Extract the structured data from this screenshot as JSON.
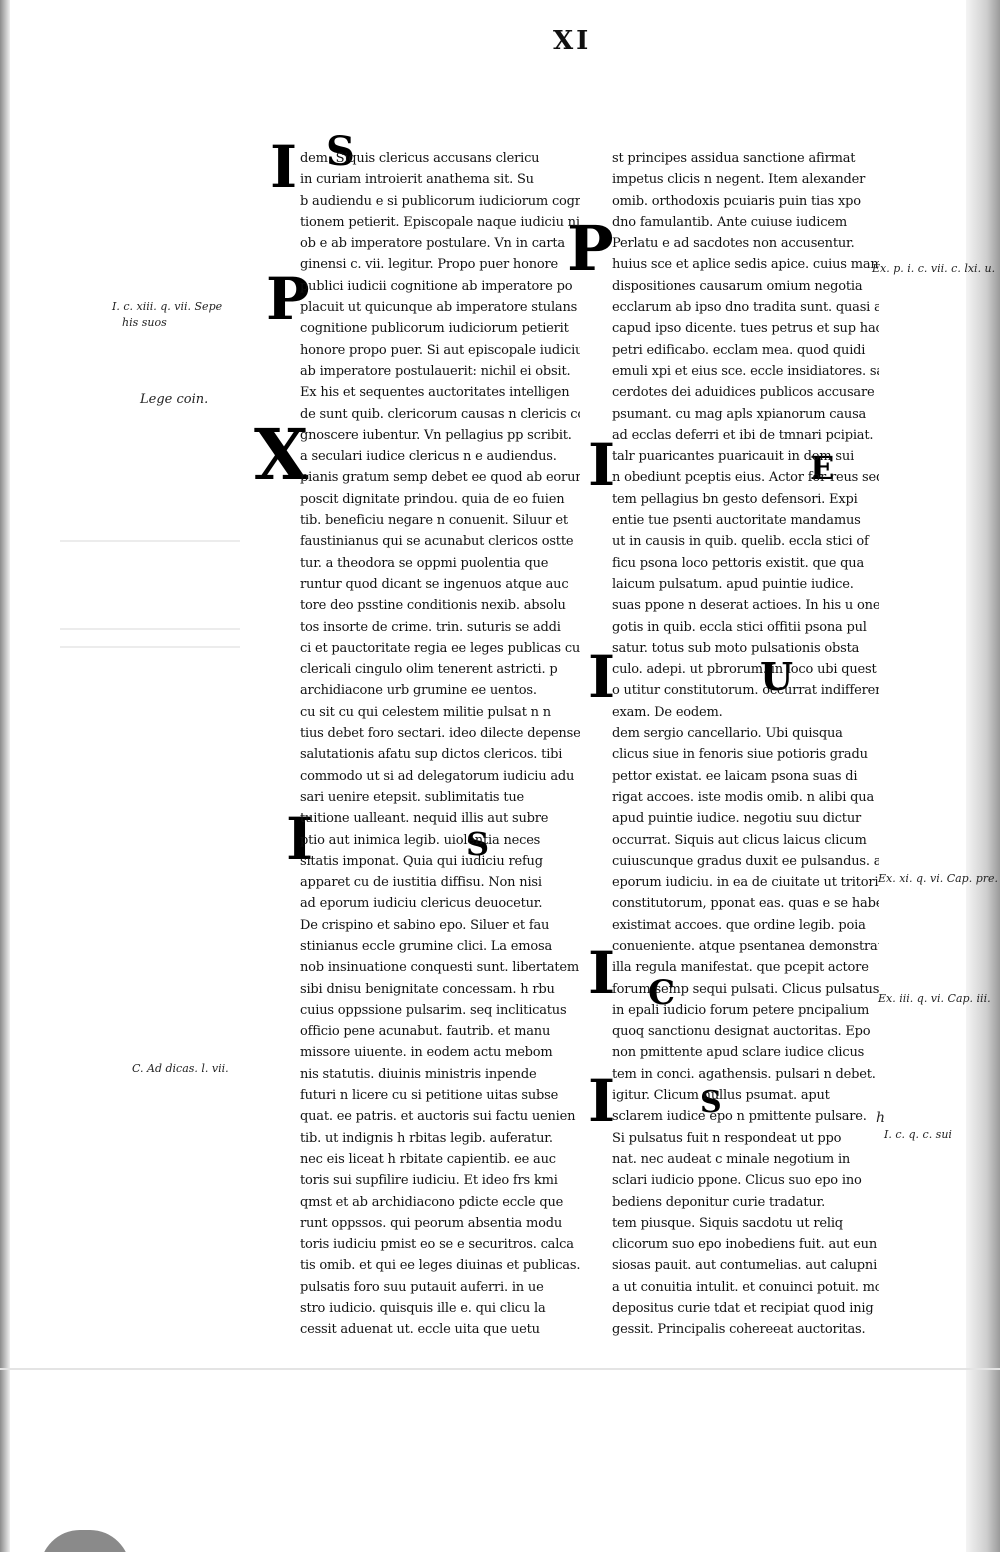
{
  "folio": "XI",
  "left_column": [
    "dem. Siquis clericus accusans clericu",
    "in curiam introierit anathema sit. Su",
    "b audiendu e si publicorum iudiciorum cogni",
    "tionem petierit. Episcopale naque iudiciu nichil",
    "ob e ab imperatore postulare. Vn in carta",
    "ginensi c. vii. legitur. Propo puer honore",
    "publici iudicii cognitione ab imperatore po",
    "placuit ut quicunque ab imperatore stulans",
    "cognitione publicorum iudiciorum petierit",
    "honore propo puer. Si aut episcopale iudicium",
    "ab imperatore postulauerit: nichil ei obsit.",
    "Ex his et sequentes auctoritates intelligen",
    "de sunt quib. clericorum causas n clericis co",
    "gnoscere iubentur. Vn pellagius pp scribit.",
    "a seculari iudice clericus n e audiendus.",
    "pianis gratum semp debet ee quod ab eorum",
    "poscit dignitate prindou. quia de eo fuien",
    "tib. beneficiu negare n conuenit. Siluur et",
    "faustinianus qui se acunabut clericos ostte",
    "tur. a theodora se oppmi puolentia que",
    "runtur quod dicant se ingenuos atque auc",
    "tore deo psstine conditionis nexib. absolu",
    "tos insorte de crime. trin. suturis se addi",
    "ci et pauctoritate regia ee leges publicas cu",
    "clericali cingulo olim tenerent astricti. p",
    "archidiacone urb grumine ee uentos.",
    "cu sit cu qui celestem militie pulsat n n",
    "tius debet foro sectari. ideo dilecte depense",
    "salutationis afatu sup dictos clericos. tibi",
    "commodo ut si ad delegatorum iudiciu adu",
    "sari uenire etepsit. sublimitatis tue",
    "tuitione ualleant. nequid illis aut subre",
    "ptio aut inimica legib. uiolentia neces",
    "sitatis imponat. Quia qui iudiciu refug",
    "apparet cu de iustitia diffisu. Non nisi",
    "ad eporum iudiciu clericus deuocetur.",
    "De crispino et sabino epo. Siluer et fau",
    "stinianus eccle grumine clici. La emosa",
    "nob insinuatione conquesti sunt. libertatem",
    "sibi dnisu benignitate concessam. h rbu",
    "cuius oppssione pulsarim. seq incliticatus",
    "officio pene acunabut. fautrib. et manu",
    "missore uiuente. in eodem actu mebom",
    "nis statutis. diuinis ministris inpende",
    "futuri n licere cu si petitione uitas subse",
    "quat. ee patris. et auctoris sui factu uenien",
    "tib. ut indignis h rbitas legib. auferatur.",
    "nec eis liceat h rbitate capientib. ee auc",
    "toris sui supfilire iudiciu. Et ideo frs kmi",
    "qmst et ab archidiacono pdicte eccle que",
    "runt oppssos. qui peorum absentia modu",
    "toris iudiciu pmist eo se e securitros. calca",
    "tis omib. et qui ee leges diuinas et publicas.",
    "pulsatis foro suu putauit auferri. in ue",
    "stro iudicio. quisquis ille e. qui clicu la",
    "cessit aduenat ut. eccle uita que uetu"
  ],
  "right_column": [
    "st principes assidua sanctione afirmat",
    "impetus clicis n negent. Item alexander",
    "omib. orthodoxis pcuiaris puin tias xpo",
    "dno famulantib. Ante cuiuse iudicem",
    "Perlatu e ad sacdotes non accusentur.",
    "huius sce et aplice sedis apice. cuius mam",
    "dispositiones causarum omium negotia",
    "ecclarum ab ipso dno tradita sunt. quasi ad",
    "capud ipso dicente. tues petrus et sup hac",
    "petri edificabo. ecclam mea. quod quidi",
    "emuli xpi et eius sce. eccle insidiatores. sa",
    "cerdotes dei aduidices publicos accusare",
    "psumant. cu mag apls xpianorum causa",
    "ad ecclas deferri et ibi de tmnari pcipiat.",
    "talr puaricantes puaricauit in dom sui",
    "n obediunt pceptis eius. Actor for reus sequ",
    "tem pellagius bn gesto defensori. Expi",
    "entie tue psenti auctoritate mandamus",
    "ut in causis in quib. quelib. eccla stici of",
    "ficu psona loco pettoris existit. que qua",
    "laicum pulsatum. apud puintie iudice.",
    "suas ppone n deserat actioes. In his u one",
    "gotis in quib. eccla stici offitii psona pul",
    "satur. totus sub moto pulsationis obsta",
    "culo. adepi. ut pbrorum. in loco ubi quest",
    "o utitur constitutorum. occurrat indifferent",
    "exam. De eodem.",
    "dem sergio cancellario. Ubi quisqua",
    "clicus siue in fenoris siue potioris gradu",
    "pettor existat. ee laicam psona suas di",
    "rigat accoes. iste modis omib. n alibi qua",
    "apud puintie iudice. negotiu suu dictur",
    "occurrat. Siquis aut clicus laicus clicum",
    "cuiuscunque gradus duxit ee pulsandus. ad",
    "eporum iudiciu. in ea de ciuitate ut tritorio",
    "constitutorum, pponat eas. quas e se habere",
    "existimat accoes. que ordine legib. poia",
    "conueniente. atque psentanea demonstrat.",
    "illa regula manifestat. que pcepit actore",
    "forum semp sequi pulsati. Clicus pulsatus",
    "in epali iudicio forum petere pncipalium",
    "quoq sanctionu designat auctoritas. Epo",
    "non pmittente apud sclare iudice clicus",
    "tem in conci. agathensis. pulsari n debet.",
    "igitur. Clicum nullus psumat. aput",
    "sclarem iudice epo n pmittente pulsare.",
    "Si pulsatus fuit n respondeat ut ppo",
    "nat. nec audeat c minale negotium in",
    "sclari iudicio ppone. Clicus suo epo ino",
    "bediens deponitur curie tradatur.",
    "tem piusque. Siquis sacdotu ut reliq",
    "clicorum suo epo inobediens fuit. aut eun",
    "siosas pauit. aut contumelias. aut calupni",
    "a ut conuitia intulit. et conuinci potuit. mox",
    "depositus curie tdat et recipiat quod inig",
    "gessit. Principalis cohereeat auctoritas."
  ],
  "margin_notes": {
    "left_1": "I. c. xiii. q. vii. Sepe",
    "left_1b": "his suos",
    "left_2": "Lege coin.",
    "left_3": "C. Ad dicas. l. vii.",
    "right_1": "Ex. p. i. c. vii. c. lxi. u.",
    "right_2": "Ex. xi. q. vi. Cap. pre.",
    "right_3": "Ex. iii. q. vi. Cap. iii.",
    "right_4": "h",
    "right_4b": "I. c. q. c. sui"
  }
}
